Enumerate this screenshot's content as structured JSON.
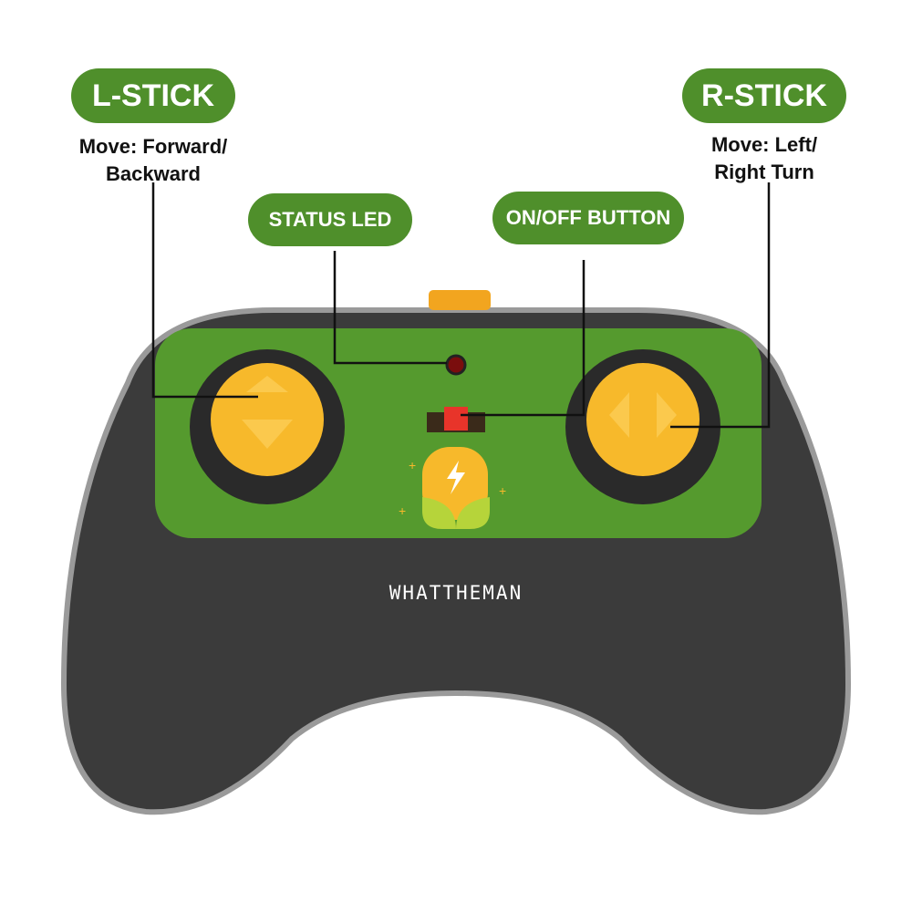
{
  "labels": {
    "l_stick": {
      "title": "L-STICK",
      "desc_line1": "Move: Forward/",
      "desc_line2": "Backward"
    },
    "r_stick": {
      "title": "R-STICK",
      "desc_line1": "Move: Left/",
      "desc_line2": "Right Turn"
    },
    "status_led": {
      "title": "STATUS LED"
    },
    "power": {
      "title": "ON/OFF BUTTON"
    }
  },
  "brand": "WHATTHEMAN",
  "colors": {
    "label_green": "#4f8f2b",
    "panel_green": "#559a2e",
    "stick_yellow": "#f7b92b",
    "body": "#3b3b3b"
  }
}
